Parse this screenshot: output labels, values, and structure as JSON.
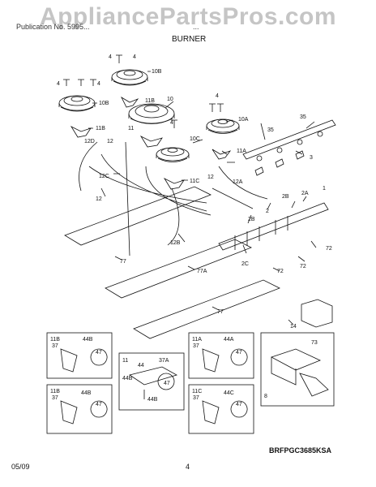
{
  "watermark": "AppliancePartsPros.com",
  "header": {
    "left": "Publication No. 5995...",
    "mid": "...",
    "section": "BURNER"
  },
  "footer": {
    "date": "05/09",
    "page": "4",
    "model_code": "BRFPGC3685KSA"
  },
  "callouts": {
    "n4a": "4",
    "n4b": "4",
    "n4c": "4",
    "n4d": "4",
    "n4e": "4",
    "n4f": "4",
    "p10b1": "10B",
    "p10b2": "10B",
    "p11b1": "11B",
    "p11b2": "11B",
    "p10": "10",
    "p10a": "10A",
    "p10c": "10C",
    "p11": "11",
    "p11a": "11A",
    "p11c": "11C",
    "p12": "12",
    "p12b": "12",
    "p12c": "12",
    "p12a": "12A",
    "p12d": "12D",
    "p12c2": "12C",
    "p12bb": "12B",
    "p35a": "35",
    "p35b": "35",
    "p3": "3",
    "p2": "2",
    "p2a": "2A",
    "p2b": "2B",
    "p2c": "2C",
    "p2d": "2B",
    "p1": "1",
    "p72a": "72",
    "p72b": "72",
    "p72c": "72",
    "p77a": "77",
    "p77b": "77A",
    "p77c": "77",
    "p14": "14"
  },
  "details": {
    "d11b_top": {
      "title": "11B",
      "a": "44B",
      "b": "37",
      "c": "47"
    },
    "d11": {
      "title": "11",
      "a": "44",
      "b": "37A",
      "c": "44B",
      "d": "47",
      "e": "44B"
    },
    "d11a": {
      "title": "11A",
      "a": "44A",
      "b": "37",
      "c": "47"
    },
    "d73": {
      "title": "73",
      "b": "8"
    },
    "d11b_bot": {
      "title": "11B",
      "a": "44B",
      "b": "37",
      "c": "47"
    },
    "d11c": {
      "title": "11C",
      "a": "44C",
      "b": "37",
      "c": "47"
    }
  }
}
